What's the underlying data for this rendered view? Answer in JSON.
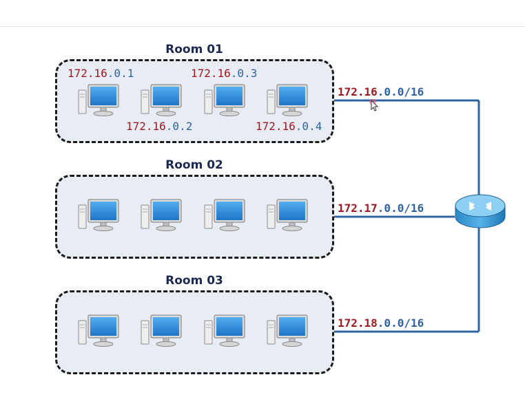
{
  "rooms": [
    {
      "title": "Room 01",
      "network": {
        "prefix": "172.16",
        "suffix": ".0.0/16"
      },
      "hosts": [
        {
          "prefix": "172.16",
          "suffix": ".0.1"
        },
        {
          "prefix": "172.16",
          "suffix": ".0.2"
        },
        {
          "prefix": "172.16",
          "suffix": ".0.3"
        },
        {
          "prefix": "172.16",
          "suffix": ".0.4"
        }
      ]
    },
    {
      "title": "Room 02",
      "network": {
        "prefix": "172.17",
        "suffix": ".0.0/16"
      },
      "hosts": []
    },
    {
      "title": "Room 03",
      "network": {
        "prefix": "172.18",
        "suffix": ".0.0/16"
      },
      "hosts": []
    }
  ],
  "colors": {
    "network_prefix": "#a01820",
    "host_suffix": "#2f63a6",
    "link": "#2f63a6",
    "room_fill": "#e8ecf4",
    "room_border": "#1a1a1a"
  },
  "icons": {
    "computer": "desktop-computer-icon",
    "router": "router-icon",
    "cursor": "mouse-pointer-icon"
  }
}
